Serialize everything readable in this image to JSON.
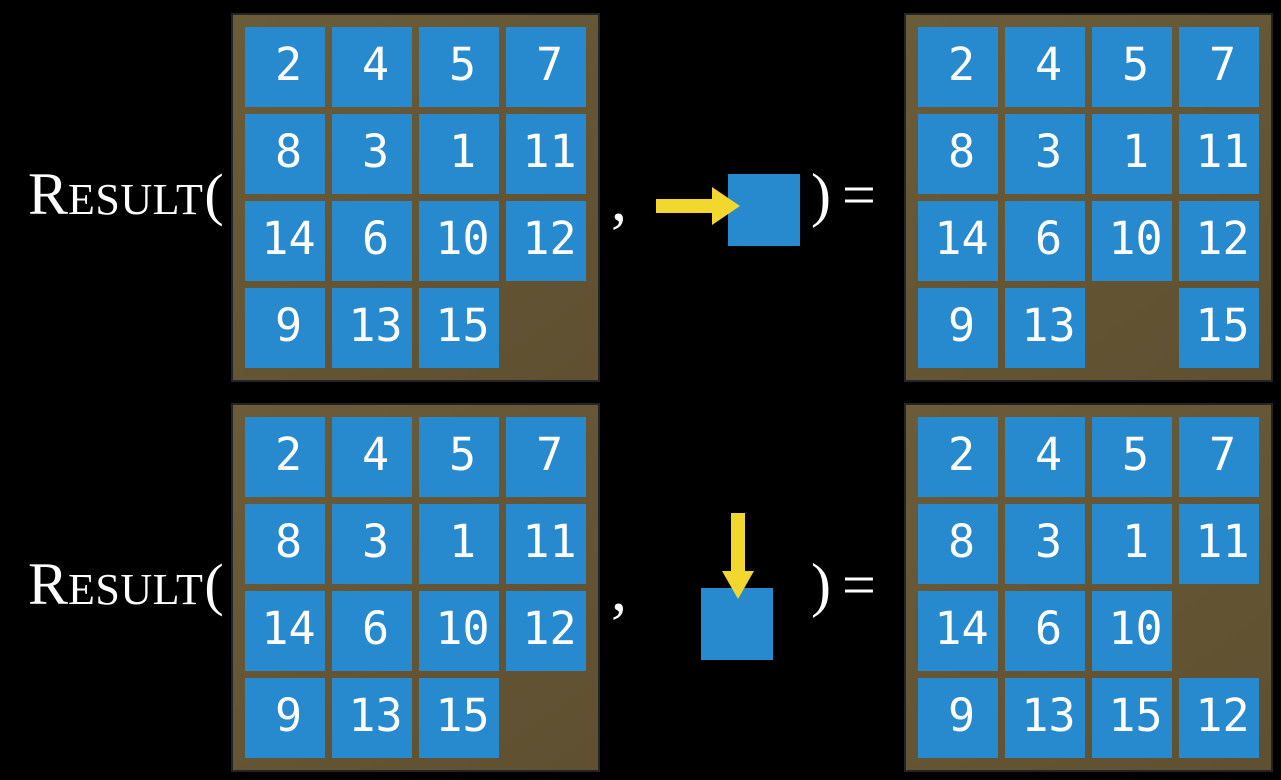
{
  "colors": {
    "background": "#000000",
    "board_frame_light": "#6B5C39",
    "board_frame_dark": "#5E5030",
    "board_border": "#242428",
    "tile": "#2789CE",
    "tile_text": "#FFFFFF",
    "arrow": "#F2D72F",
    "text": "#FFFFFF"
  },
  "rows": [
    {
      "function_name_big": "R",
      "function_name_small": "ESULT",
      "open_paren": "(",
      "separator_comma": ",",
      "action": {
        "name": "slide-tile-right",
        "direction": "right"
      },
      "close_equals": ") =",
      "initial_board": [
        2,
        4,
        5,
        7,
        8,
        3,
        1,
        11,
        14,
        6,
        10,
        12,
        9,
        13,
        15,
        null
      ],
      "result_board": [
        2,
        4,
        5,
        7,
        8,
        3,
        1,
        11,
        14,
        6,
        10,
        12,
        9,
        13,
        null,
        15
      ]
    },
    {
      "function_name_big": "R",
      "function_name_small": "ESULT",
      "open_paren": "(",
      "separator_comma": ",",
      "action": {
        "name": "slide-tile-down",
        "direction": "down"
      },
      "close_equals": ") =",
      "initial_board": [
        2,
        4,
        5,
        7,
        8,
        3,
        1,
        11,
        14,
        6,
        10,
        12,
        9,
        13,
        15,
        null
      ],
      "result_board": [
        2,
        4,
        5,
        7,
        8,
        3,
        1,
        11,
        14,
        6,
        10,
        null,
        9,
        13,
        15,
        12
      ]
    }
  ]
}
